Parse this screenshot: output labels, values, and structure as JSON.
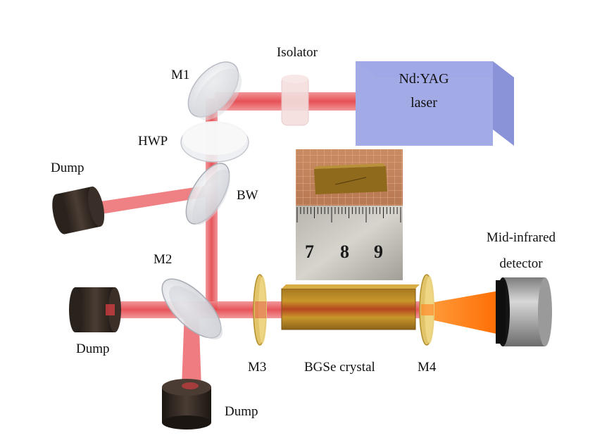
{
  "labels": {
    "isolator": "Isolator",
    "m1": "M1",
    "hwp": "HWP",
    "bw": "BW",
    "m2": "M2",
    "m3": "M3",
    "m4": "M4",
    "laser_line1": "Nd:YAG",
    "laser_line2": "laser",
    "dump_top_left": "Dump",
    "dump_mid_left": "Dump",
    "dump_bottom": "Dump",
    "crystal": "BGSe crystal",
    "detector_line1": "Mid-infrared",
    "detector_line2": "detector"
  },
  "inset_photo": {
    "ruler_numbers": [
      "7",
      "8",
      "9"
    ]
  },
  "colors": {
    "beam": "#e8454a",
    "beam_glow": "#f29a9c",
    "laser_front": "#9ea6e6",
    "laser_top": "#b9bff0",
    "laser_side": "#7d86d2",
    "dump_body": "#2e2520",
    "crystal_gold": "#b98a22",
    "crystal_red": "#b8461e",
    "mid_ir_beam": "#ff7d16",
    "detector_gray": "#a9a9a9"
  }
}
